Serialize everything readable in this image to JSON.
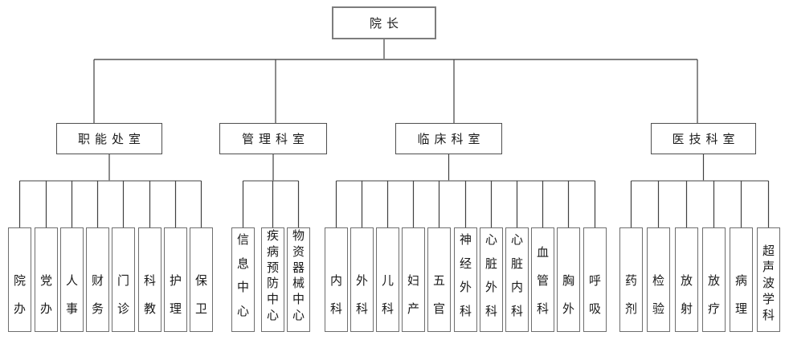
{
  "org": {
    "root": {
      "label": "院长"
    },
    "groups": [
      {
        "label": "职能处室",
        "children": [
          "院办",
          "党办",
          "人事",
          "财务",
          "门诊",
          "科教",
          "护理",
          "保卫"
        ]
      },
      {
        "label": "管理科室",
        "children": [
          "信息中心",
          "疾病预防中心",
          "物资器械中心"
        ]
      },
      {
        "label": "临床科室",
        "children": [
          "内科",
          "外科",
          "儿科",
          "妇产",
          "五官",
          "神经外科",
          "心脏外科",
          "心脏内科",
          "血管科",
          "胸外",
          "呼吸"
        ]
      },
      {
        "label": "医技科室",
        "children": [
          "药剂",
          "检验",
          "放射",
          "放疗",
          "病理",
          "超声波学科"
        ]
      }
    ]
  },
  "colors": {
    "bus_line": "#808080",
    "connector_line": "#404040",
    "box_border": "#4f4f4f",
    "child_border": "#6e6e6e",
    "text": "#1a1a1a",
    "background": "#ffffff"
  }
}
